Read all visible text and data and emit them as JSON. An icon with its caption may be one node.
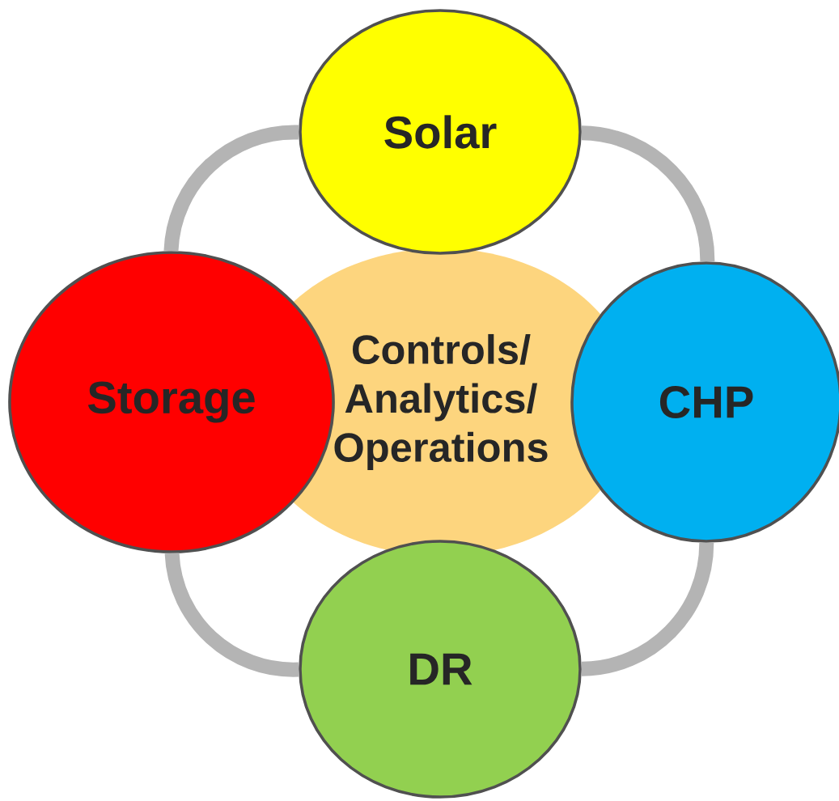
{
  "diagram": {
    "nodes": [
      {
        "text": [
          "Solar"
        ]
      },
      {
        "text": [
          "Storage"
        ]
      },
      {
        "text": [
          "Controls/ Analytics/ Operations"
        ]
      },
      {
        "text": [
          "CHP"
        ]
      },
      {
        "text": [
          "DR"
        ]
      }
    ],
    "edges": [
      {
        "from": 0,
        "to": 3,
        "arrow": "none"
      },
      {
        "from": 3,
        "to": 4,
        "arrow": "none"
      },
      {
        "from": 4,
        "to": 1,
        "arrow": "none"
      },
      {
        "from": 1,
        "to": 0,
        "arrow": "none"
      }
    ]
  }
}
